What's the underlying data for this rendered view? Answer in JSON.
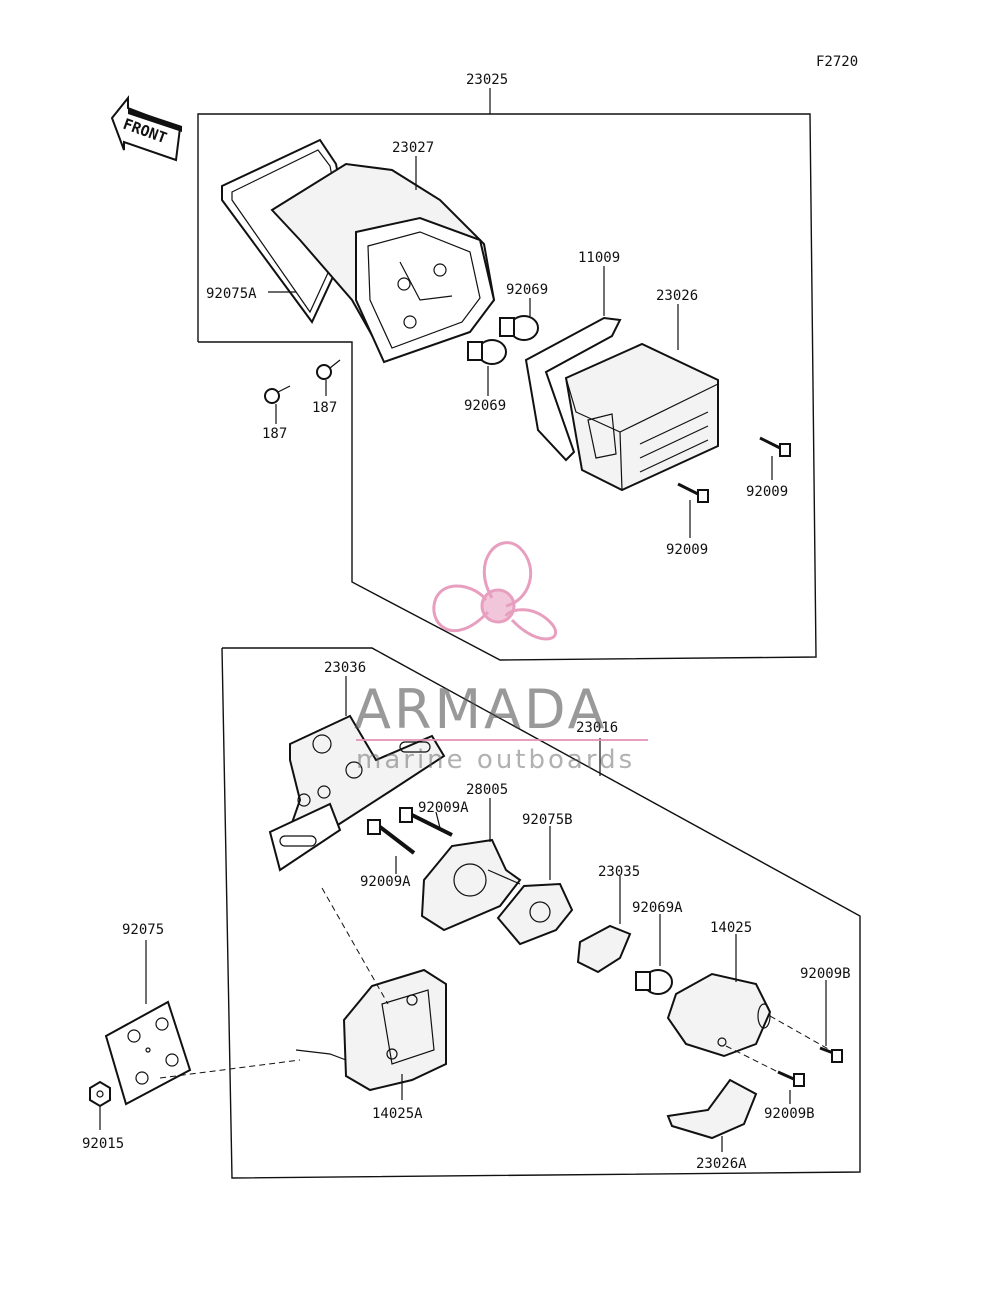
{
  "diagram": {
    "figure_code": "F2720",
    "front_label": "FRONT",
    "parts": [
      {
        "id": "23025"
      },
      {
        "id": "23027"
      },
      {
        "id": "92075A"
      },
      {
        "id": "92069"
      },
      {
        "id": "92069"
      },
      {
        "id": "11009"
      },
      {
        "id": "23026"
      },
      {
        "id": "187"
      },
      {
        "id": "187"
      },
      {
        "id": "92009"
      },
      {
        "id": "92009"
      },
      {
        "id": "23036"
      },
      {
        "id": "23016"
      },
      {
        "id": "92009A"
      },
      {
        "id": "28005"
      },
      {
        "id": "92009A"
      },
      {
        "id": "92075B"
      },
      {
        "id": "23035"
      },
      {
        "id": "92069A"
      },
      {
        "id": "14025"
      },
      {
        "id": "92009B"
      },
      {
        "id": "92075"
      },
      {
        "id": "92015"
      },
      {
        "id": "14025A"
      },
      {
        "id": "92009B"
      },
      {
        "id": "23026A"
      }
    ]
  },
  "watermark": {
    "brand": "ARMADA",
    "tagline": "marine outboards",
    "color": "#e58fb5"
  }
}
